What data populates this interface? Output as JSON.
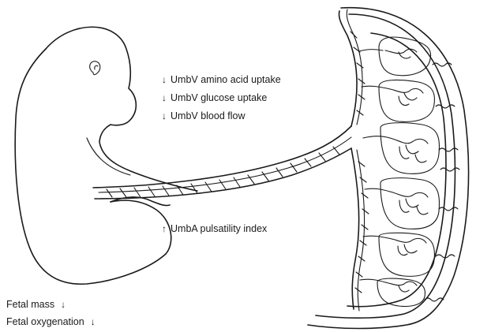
{
  "umbilical_vein_effects": [
    {
      "arrow": "↓",
      "text": "UmbV amino acid uptake"
    },
    {
      "arrow": "↓",
      "text": "UmbV glucose uptake"
    },
    {
      "arrow": "↓",
      "text": "UmbV blood flow"
    }
  ],
  "umbilical_artery_effect": {
    "arrow": "↑",
    "text": "UmbA pulsatility index"
  },
  "fetal_effects": [
    {
      "arrow": "↓",
      "text": "Fetal mass"
    },
    {
      "arrow": "↓",
      "text": "Fetal oxygenation"
    }
  ]
}
